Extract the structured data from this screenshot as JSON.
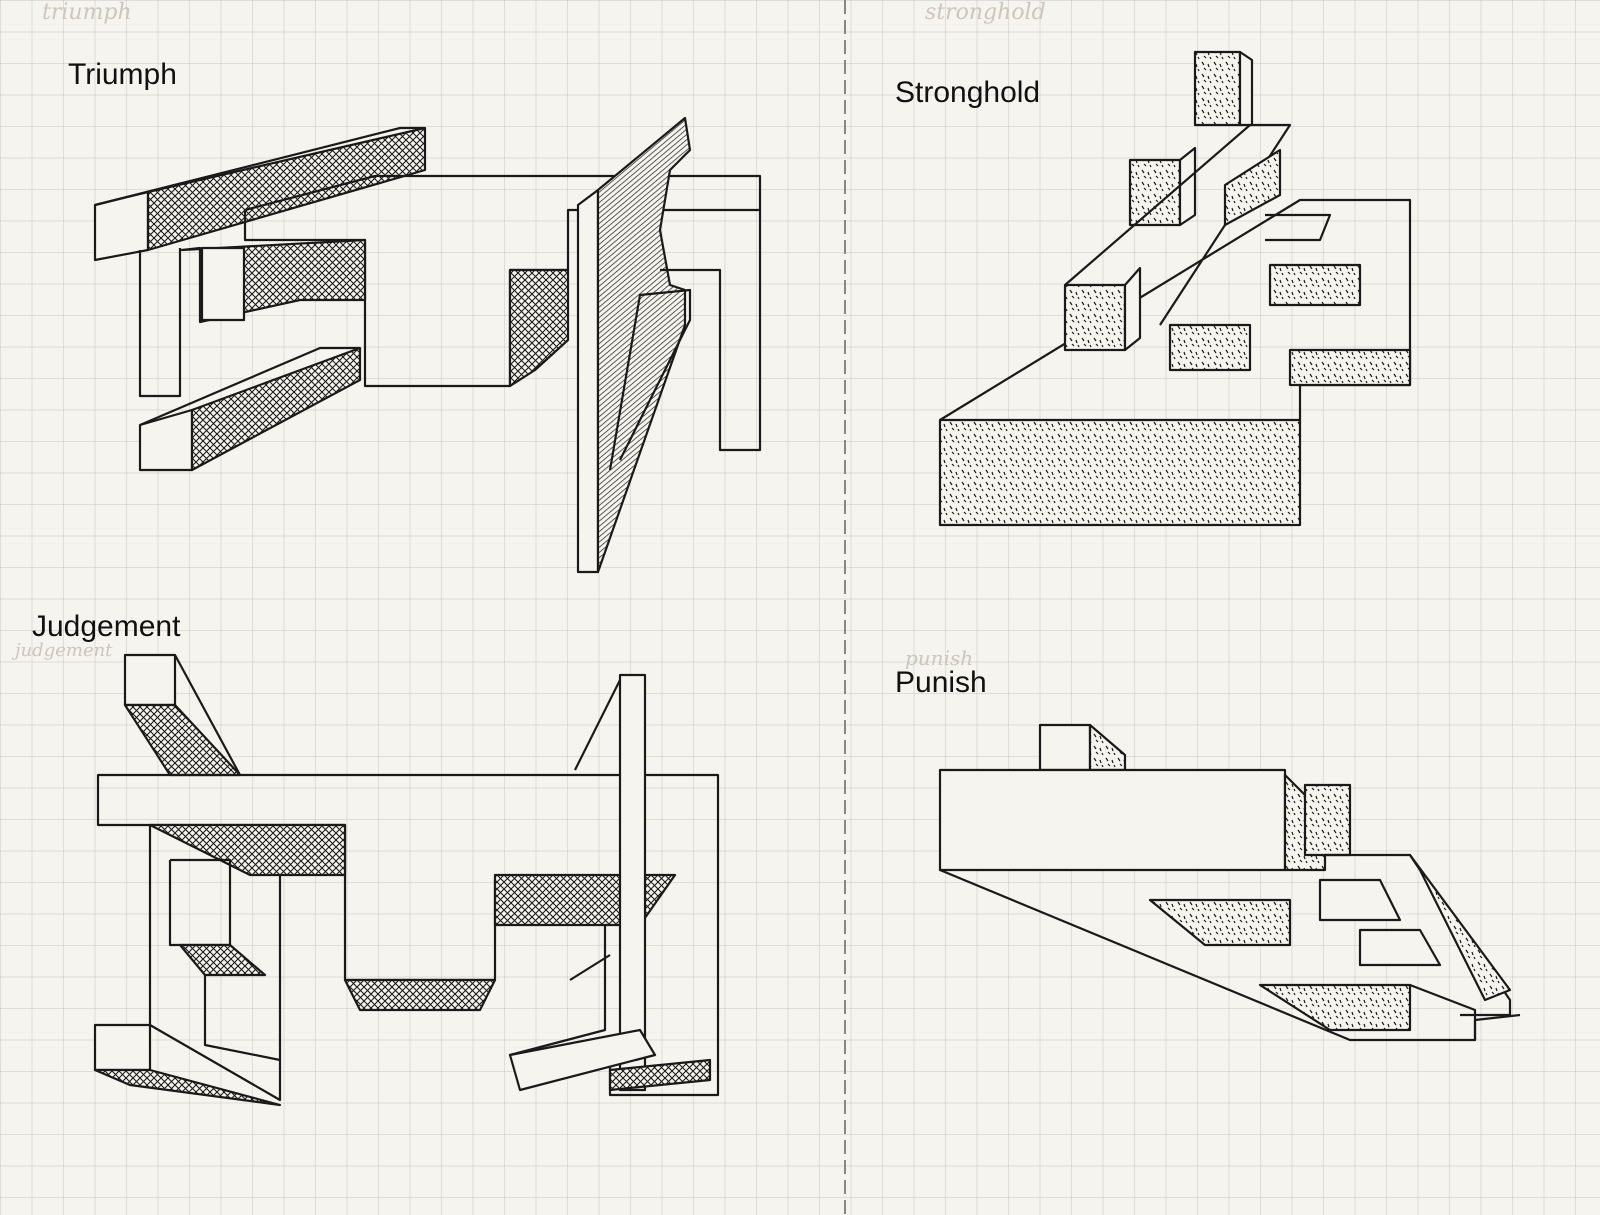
{
  "labels": {
    "triumph": "Triumph",
    "stronghold": "Stronghold",
    "judgement": "Judgement",
    "punish": "Punish"
  },
  "faint_labels": {
    "triumph": "triumph",
    "stronghold": "stronghold",
    "judgement": "judgement",
    "punish": "punish"
  },
  "colors": {
    "paper": "#f6f4ee",
    "ink": "#1a1a1a",
    "grid": "#c8c8c8"
  }
}
